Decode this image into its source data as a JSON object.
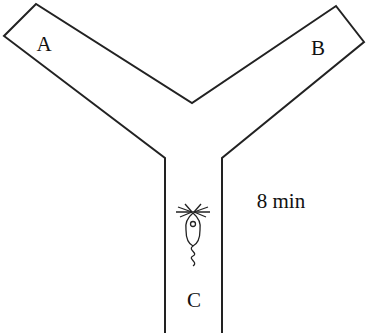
{
  "diagram": {
    "labels": [
      "A",
      "B",
      "C",
      "8 min"
    ]
  }
}
